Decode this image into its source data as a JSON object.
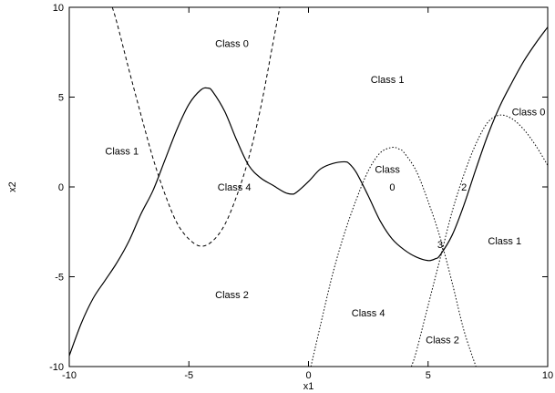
{
  "chart_data": {
    "type": "line",
    "title": "",
    "xlabel": "x1",
    "ylabel": "x2",
    "xlim": [
      -10,
      10
    ],
    "ylim": [
      -10,
      10
    ],
    "grid": false,
    "x_ticks": [
      -10,
      -5,
      0,
      5,
      10
    ],
    "y_ticks": [
      -10,
      -5,
      0,
      5,
      10
    ],
    "series": [
      {
        "style": "solid",
        "color": "#000000",
        "x": [
          -10,
          -9.5,
          -9,
          -8.5,
          -8,
          -7.5,
          -7,
          -6.5,
          -6,
          -5.5,
          -5,
          -4.5,
          -4.2,
          -4,
          -3.5,
          -3,
          -2.5,
          -2,
          -1.5,
          -1,
          -0.7,
          -0.5,
          0,
          0.5,
          1,
          1.5,
          1.7,
          2,
          2.5,
          3,
          3.5,
          4,
          4.5,
          5,
          5.3,
          5.5,
          6,
          6.5,
          7,
          7.5,
          8,
          8.5,
          9,
          9.5,
          10
        ],
        "y": [
          -9.4,
          -7.6,
          -6.2,
          -5.2,
          -4.2,
          -3.0,
          -1.5,
          -0.2,
          1.5,
          3.2,
          4.6,
          5.4,
          5.5,
          5.3,
          4.2,
          2.6,
          1.2,
          0.5,
          0.1,
          -0.3,
          -0.4,
          -0.3,
          0.3,
          1.0,
          1.3,
          1.4,
          1.3,
          0.8,
          -0.5,
          -1.9,
          -2.9,
          -3.5,
          -3.9,
          -4.1,
          -4.0,
          -3.8,
          -2.7,
          -1.0,
          1.0,
          2.9,
          4.5,
          5.8,
          7.0,
          8.0,
          8.9
        ]
      },
      {
        "style": "dashed",
        "color": "#000000",
        "x": [
          -8.2,
          -8,
          -7.5,
          -7,
          -6.5,
          -6,
          -5.5,
          -5,
          -4.5,
          -4,
          -3.5,
          -3,
          -2.5,
          -2,
          -1.5,
          -1.2
        ],
        "y": [
          10,
          9.1,
          6.5,
          4.0,
          1.6,
          -0.4,
          -2.0,
          -2.9,
          -3.3,
          -3.0,
          -2.1,
          -0.5,
          1.6,
          4.4,
          7.9,
          10
        ]
      },
      {
        "style": "dotted",
        "color": "#000000",
        "x": [
          0.1,
          0.5,
          1,
          1.5,
          2,
          2.5,
          3,
          3.5,
          3.8,
          4,
          4.5,
          5,
          5.5,
          6,
          6.5,
          7
        ],
        "y": [
          -10,
          -7.7,
          -4.9,
          -2.6,
          -0.7,
          0.9,
          1.9,
          2.2,
          2.1,
          1.9,
          0.9,
          -0.8,
          -2.8,
          -5.3,
          -8.0,
          -10
        ]
      },
      {
        "style": "dotted",
        "color": "#000000",
        "x": [
          4.3,
          4.5,
          5,
          5.5,
          6,
          6.5,
          7,
          7.5,
          8,
          8.5,
          9,
          9.5,
          10
        ],
        "y": [
          -10,
          -9.2,
          -6.6,
          -4.0,
          -1.4,
          0.7,
          2.4,
          3.6,
          4.0,
          3.8,
          3.2,
          2.3,
          1.2
        ]
      }
    ],
    "annotations": [
      {
        "text": "Class 0",
        "x": -3.2,
        "y": 8
      },
      {
        "text": "Class 1",
        "x": 3.3,
        "y": 6
      },
      {
        "text": "Class 0",
        "x": 9.2,
        "y": 4.2
      },
      {
        "text": "Class 1",
        "x": -7.8,
        "y": 2
      },
      {
        "text": "Class 4",
        "x": -3.1,
        "y": 0
      },
      {
        "text": "Class",
        "x": 3.3,
        "y": 1
      },
      {
        "text": "0",
        "x": 3.5,
        "y": 0
      },
      {
        "text": "2",
        "x": 6.5,
        "y": 0
      },
      {
        "text": "3",
        "x": 5.5,
        "y": -3.2
      },
      {
        "text": "Class 1",
        "x": 8.2,
        "y": -3
      },
      {
        "text": "Class 2",
        "x": -3.2,
        "y": -6
      },
      {
        "text": "Class 4",
        "x": 2.5,
        "y": -7
      },
      {
        "text": "Class 2",
        "x": 5.6,
        "y": -8.5
      }
    ]
  }
}
